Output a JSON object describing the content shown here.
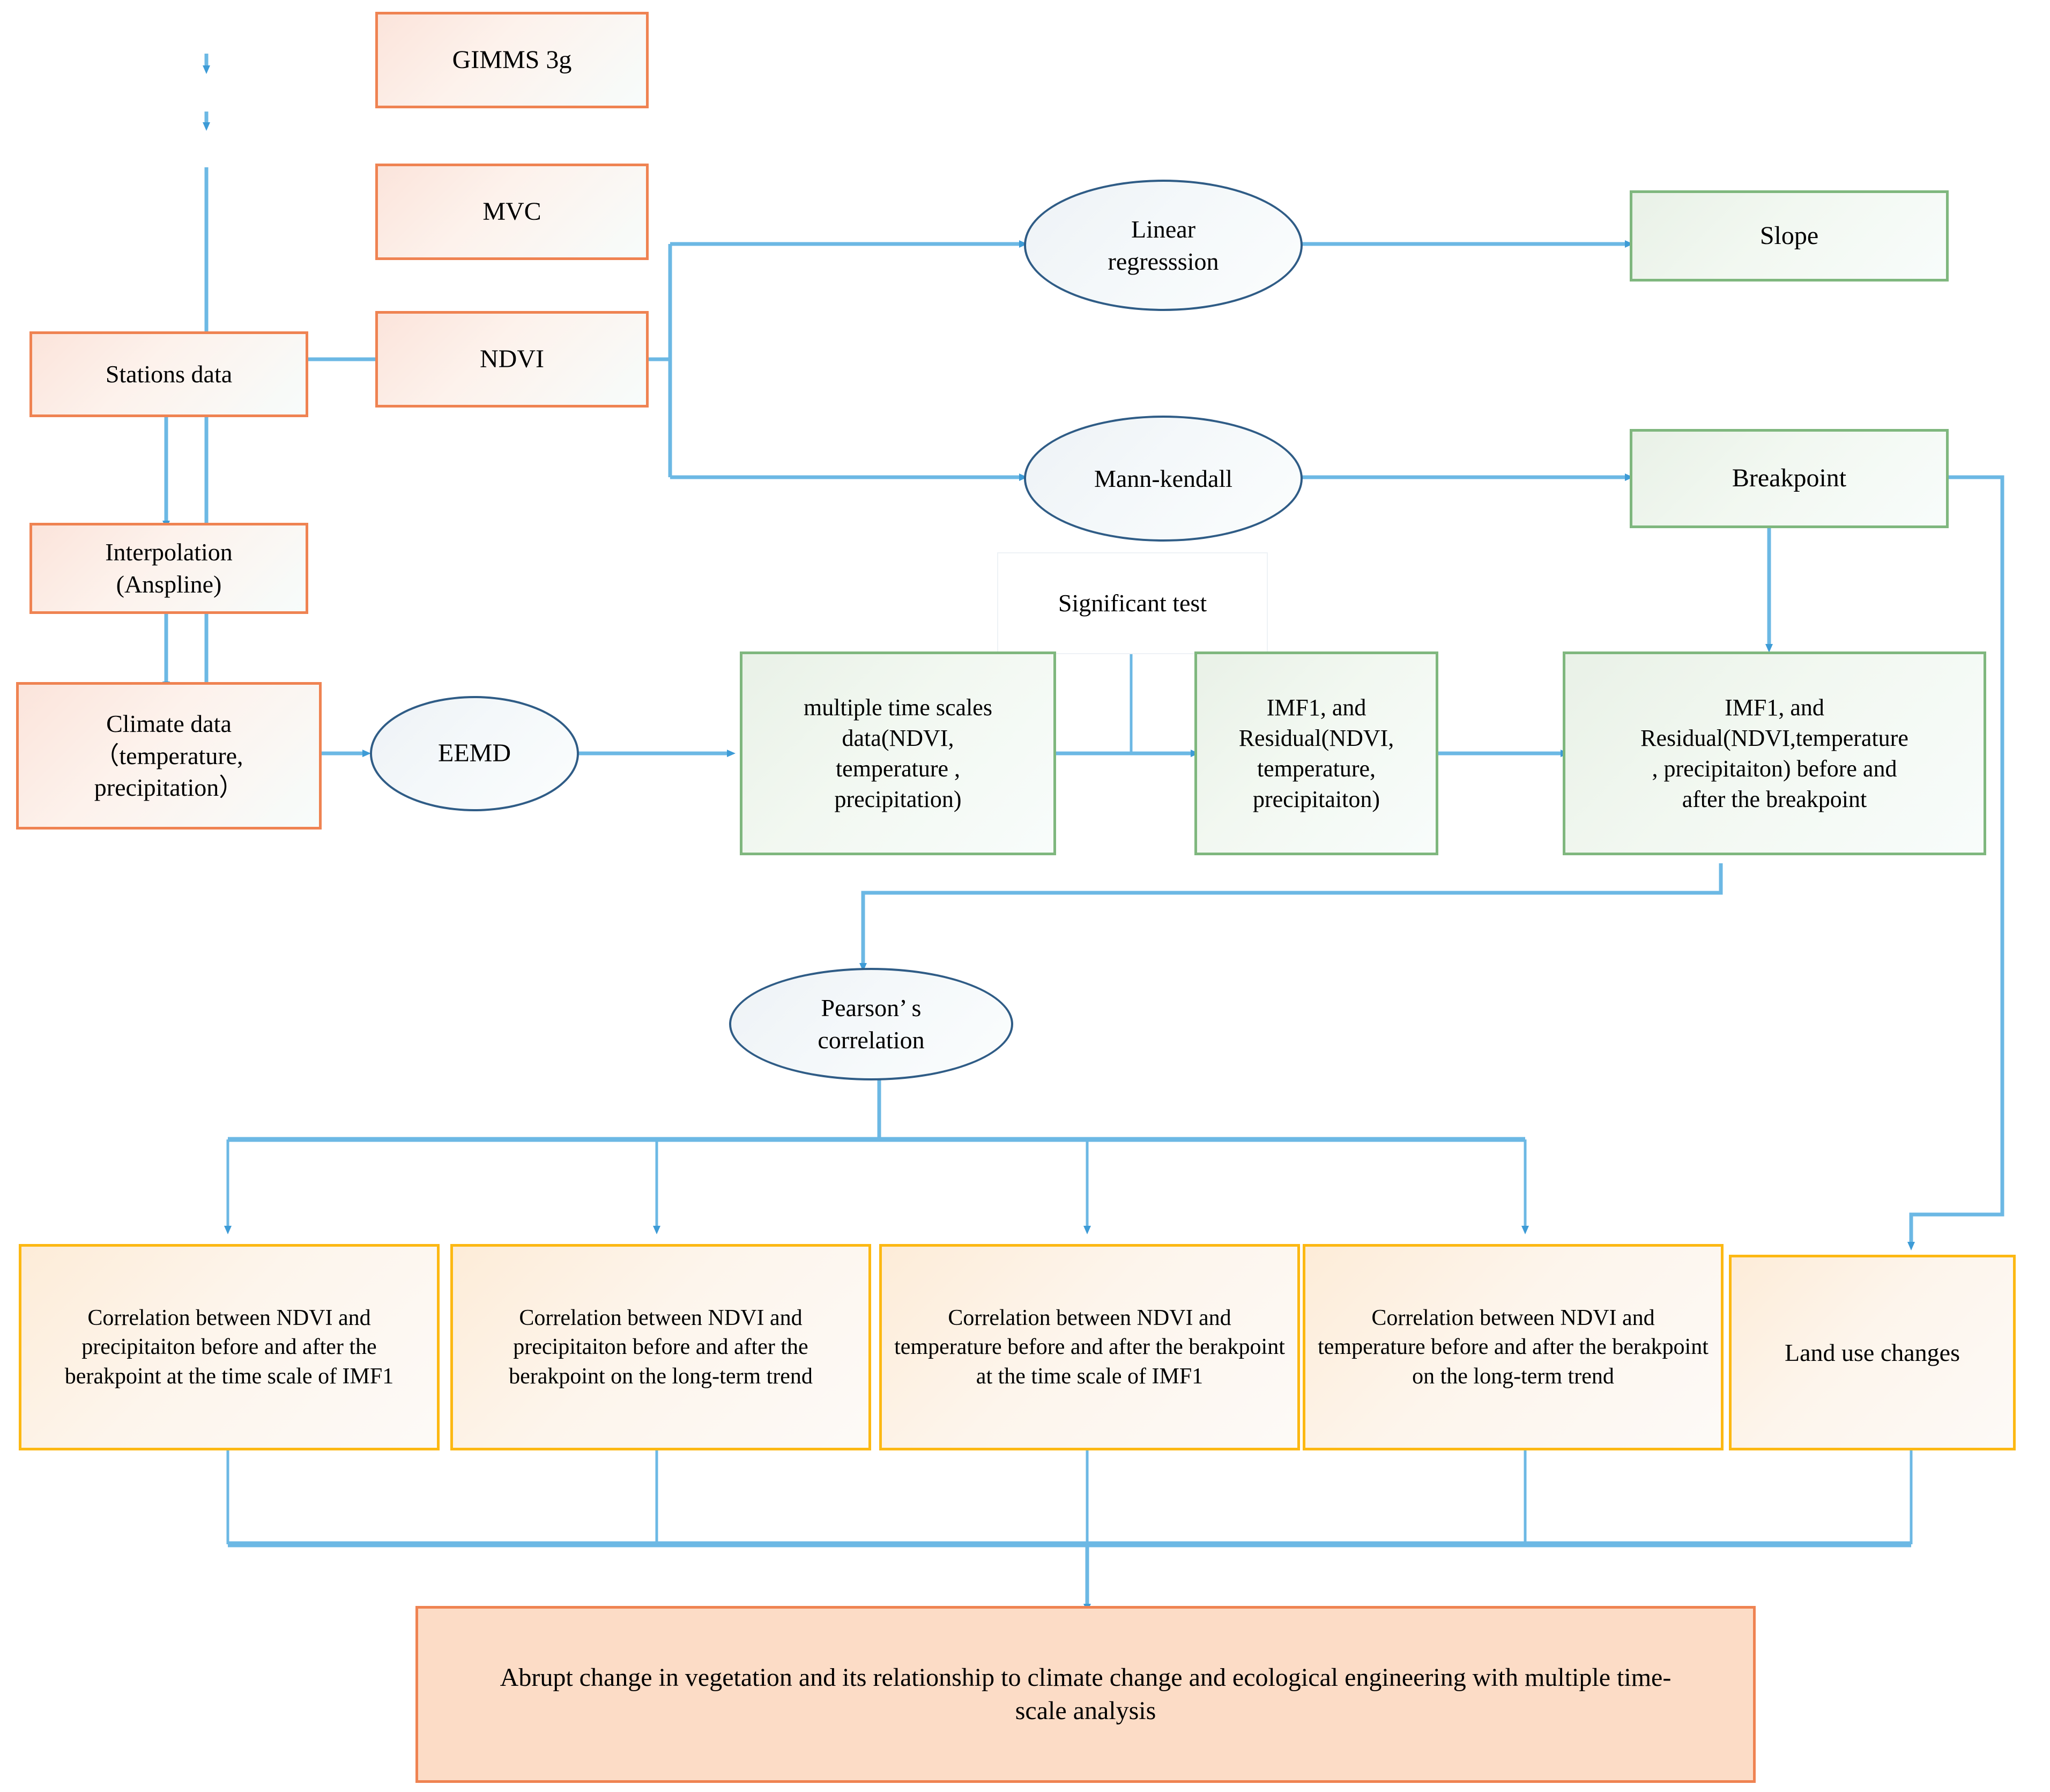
{
  "diagram": {
    "title_text": "Abrupt change in vegetation and its relationship to climate change and ecological engineering with multiple time- scale analysis",
    "colors": {
      "orange_border": "#ef8352",
      "green_border": "#7fb77e",
      "yellow_border": "#fcb813",
      "ellipse_border": "#2f5c86",
      "connector": "#5aaade",
      "summary_fill": "#fcdcc6"
    },
    "nodes": {
      "gimms": {
        "label": "GIMMS 3g",
        "shape": "rect",
        "style": "orange"
      },
      "mvc": {
        "label": "MVC",
        "shape": "rect",
        "style": "orange"
      },
      "ndvi": {
        "label": "NDVI",
        "shape": "rect",
        "style": "orange"
      },
      "stations": {
        "label": "Stations data",
        "shape": "rect",
        "style": "orange"
      },
      "interpolation": {
        "label": "Interpolation\n(Anspline)",
        "shape": "rect",
        "style": "orange"
      },
      "climate": {
        "label": "Climate data\n（temperature,\nprecipitation）",
        "shape": "rect",
        "style": "orange"
      },
      "eemd": {
        "label": "EEMD",
        "shape": "ellipse"
      },
      "linear_regression": {
        "label": "Linear\nregresssion",
        "shape": "ellipse"
      },
      "mann_kendall": {
        "label": "Mann-kendall",
        "shape": "ellipse"
      },
      "slope": {
        "label": "Slope",
        "shape": "rect",
        "style": "green"
      },
      "breakpoint": {
        "label": "Breakpoint",
        "shape": "rect",
        "style": "green"
      },
      "significant_test": {
        "label": "Significant test",
        "shape": "rect",
        "style": "plain"
      },
      "multiple_scales": {
        "label": "multiple time scales\ndata(NDVI,\ntemperature ,\nprecipitation)",
        "shape": "rect",
        "style": "green"
      },
      "imf_residual": {
        "label": "IMF1, and\nResidual(NDVI,\ntemperature,\nprecipitaiton)",
        "shape": "rect",
        "style": "green"
      },
      "imf_residual_bp": {
        "label": "IMF1, and\nResidual(NDVI,temperature\n, precipitaiton) before and\nafter the breakpoint",
        "shape": "rect",
        "style": "green"
      },
      "pearson": {
        "label": "Pearson’ s\ncorrelation",
        "shape": "ellipse"
      },
      "corr_precip_imf1": {
        "label": "Correlation between NDVI and precipitaiton before and after the berakpoint at the time scale of IMF1",
        "shape": "rect",
        "style": "yellow"
      },
      "corr_precip_trend": {
        "label": "Correlation between NDVI and precipitaiton before and after the berakpoint on the long-term trend",
        "shape": "rect",
        "style": "yellow"
      },
      "corr_temp_imf1": {
        "label": "Correlation between NDVI and temperature before and after the berakpoint  at the time scale of IMF1",
        "shape": "rect",
        "style": "yellow"
      },
      "corr_temp_trend": {
        "label": "Correlation between NDVI and temperature before and after the berakpoint  on the long-term trend",
        "shape": "rect",
        "style": "yellow"
      },
      "land_use": {
        "label": "Land use changes",
        "shape": "rect",
        "style": "yellow"
      },
      "summary": {
        "label": "Abrupt change in vegetation and its relationship to climate change and ecological engineering with multiple time- scale analysis",
        "shape": "rect",
        "style": "summary"
      }
    },
    "edges": [
      {
        "from": "gimms",
        "to": "mvc"
      },
      {
        "from": "mvc",
        "to": "ndvi"
      },
      {
        "from": "ndvi",
        "to": "linear_regression"
      },
      {
        "from": "ndvi",
        "to": "mann_kendall"
      },
      {
        "from": "ndvi",
        "to": "eemd"
      },
      {
        "from": "linear_regression",
        "to": "slope"
      },
      {
        "from": "mann_kendall",
        "to": "breakpoint"
      },
      {
        "from": "stations",
        "to": "interpolation"
      },
      {
        "from": "interpolation",
        "to": "climate"
      },
      {
        "from": "climate",
        "to": "eemd"
      },
      {
        "from": "eemd",
        "to": "multiple_scales"
      },
      {
        "from": "multiple_scales",
        "to": "imf_residual"
      },
      {
        "from": "significant_test",
        "to": "imf_residual"
      },
      {
        "from": "imf_residual",
        "to": "imf_residual_bp"
      },
      {
        "from": "breakpoint",
        "to": "imf_residual_bp"
      },
      {
        "from": "imf_residual_bp",
        "to": "pearson"
      },
      {
        "from": "breakpoint",
        "to": "land_use"
      },
      {
        "from": "pearson",
        "to": "corr_precip_imf1"
      },
      {
        "from": "pearson",
        "to": "corr_precip_trend"
      },
      {
        "from": "pearson",
        "to": "corr_temp_imf1"
      },
      {
        "from": "pearson",
        "to": "corr_temp_trend"
      },
      {
        "from": "corr_precip_imf1",
        "to": "summary"
      },
      {
        "from": "corr_precip_trend",
        "to": "summary"
      },
      {
        "from": "corr_temp_imf1",
        "to": "summary"
      },
      {
        "from": "corr_temp_trend",
        "to": "summary"
      },
      {
        "from": "land_use",
        "to": "summary"
      }
    ]
  }
}
